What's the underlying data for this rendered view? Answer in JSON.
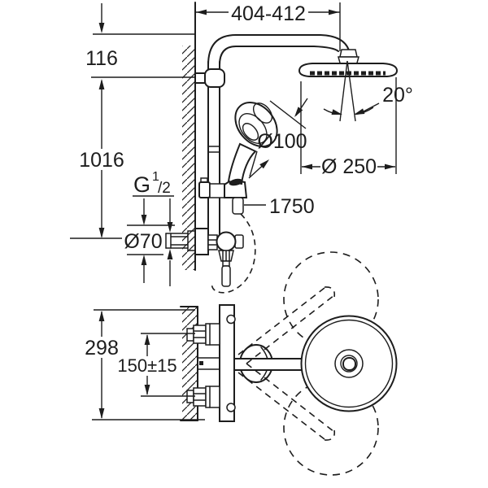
{
  "colors": {
    "background": "#ffffff",
    "ink": "#1d1d1d"
  },
  "front_view": {
    "label": "shower-system-front-elevation",
    "dims": {
      "arm_reach": "404-412",
      "arm_drop": "116",
      "rail_height": "1016",
      "thread_g": "G",
      "thread_sup": "1",
      "thread_frac": "/2",
      "escutcheon_dia": "Ø70",
      "hose_length": "1750",
      "hand_shower_dia": "Ø100",
      "spray_angle": "20°",
      "head_dia": "Ø 250"
    }
  },
  "top_view": {
    "label": "shower-valve-plan-view",
    "dims": {
      "body_height": "298",
      "connection_centers": "150±15"
    }
  }
}
